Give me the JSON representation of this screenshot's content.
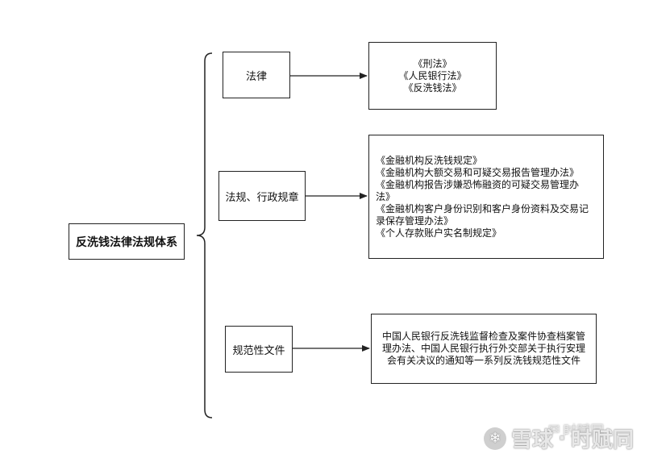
{
  "root": {
    "label": "反洗钱法律法规体系"
  },
  "branches": [
    {
      "category": "法律",
      "items": [
        "《刑法》",
        "《人民银行法》",
        "《反洗钱法》"
      ]
    },
    {
      "category": "法规、行政规章",
      "items": [
        "《金融机构反洗钱规定》",
        "《金融机构大额交易和可疑交易报告管理办法》",
        "《金融机构报告涉嫌恐怖融资的可疑交易管理办",
        "法》",
        "《金融机构客户身份识别和客户身份资料及交易记",
        "录保存管理办法》",
        "《个人存款账户实名制规定》"
      ]
    },
    {
      "category": "规范性文件",
      "items": [
        "中国人民银行反洗钱监督检查及案件协查档案管理办法、中国人民银行执行外交部关于执行安理会有关决议的通知等一系列反洗钱规范性文件"
      ]
    }
  ],
  "watermark": {
    "site": "雪球",
    "separator": "·",
    "author": "时赋同",
    "author_icon": "wechat-icon"
  }
}
